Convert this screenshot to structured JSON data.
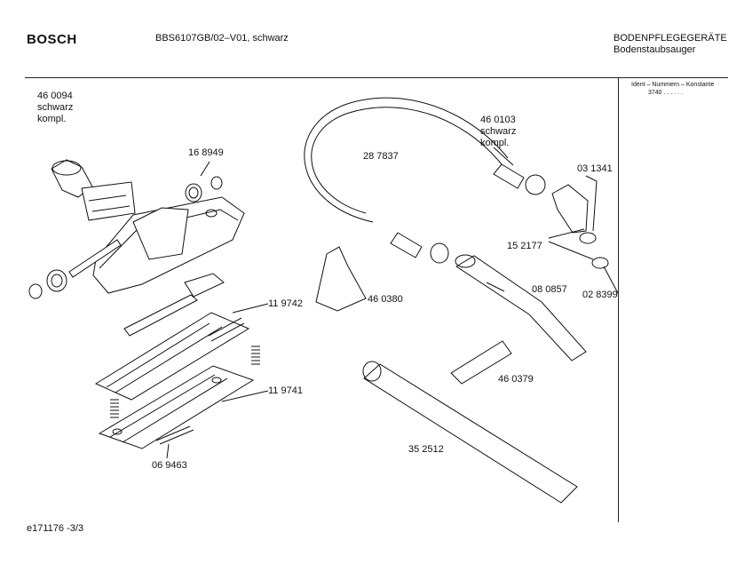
{
  "header": {
    "brand": "BOSCH",
    "model": "BBS6107GB/02–V01, schwarz",
    "category": "BODENPFLEGEGERÄTE",
    "subcategory": "Bodenstaubsauger"
  },
  "ident": {
    "label": "Ident – Nummern – Konstante",
    "value": "3740  . .     . . . ."
  },
  "parts": [
    {
      "number": "46 0094",
      "line2": "schwarz",
      "line3": "kompl."
    },
    {
      "number": "16 8949"
    },
    {
      "number": "28 7837"
    },
    {
      "number": "46 0103",
      "line2": "schwarz",
      "line3": "kompl."
    },
    {
      "number": "03 1341"
    },
    {
      "number": "15 2177"
    },
    {
      "number": "02 8399"
    },
    {
      "number": "08 0857"
    },
    {
      "number": "46 0380"
    },
    {
      "number": "11 9742"
    },
    {
      "number": "11 9741"
    },
    {
      "number": "46 0379"
    },
    {
      "number": "06 9463"
    },
    {
      "number": "35 2512"
    }
  ],
  "footer": {
    "code": "e171176 -3/3"
  }
}
